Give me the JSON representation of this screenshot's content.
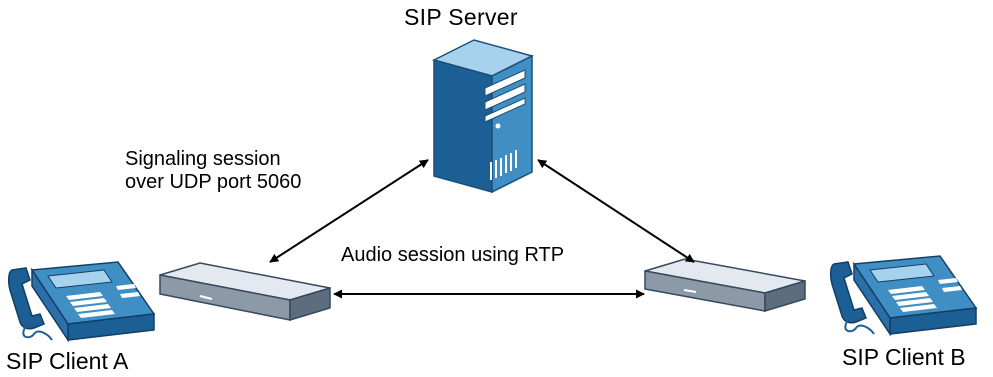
{
  "server": {
    "label": "SIP Server",
    "icon": "server-tower-icon"
  },
  "clients": [
    {
      "label": "SIP Client A",
      "phone_icon": "desk-phone-icon",
      "device_icon": "voip-adapter-icon"
    },
    {
      "label": "SIP Client B",
      "phone_icon": "desk-phone-icon",
      "device_icon": "voip-adapter-icon"
    }
  ],
  "signaling": {
    "line1": "Signaling session",
    "line2": "over UDP port 5060"
  },
  "audio": {
    "label": "Audio session using RTP"
  },
  "colors": {
    "device_blue": "#3f8fc4",
    "device_dark_blue": "#1c5f94",
    "device_light_blue": "#a6d2ee",
    "adapter_gray": "#8c9aa8",
    "arrow": "#000000"
  }
}
